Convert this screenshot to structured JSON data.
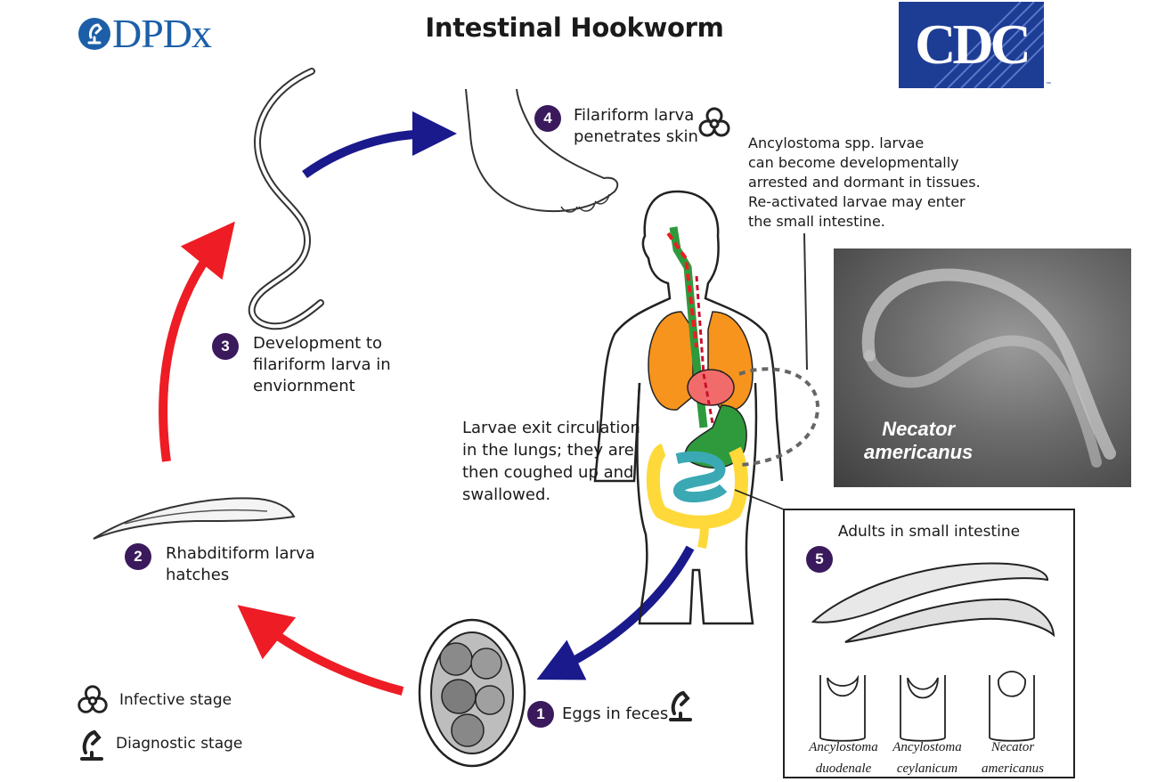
{
  "header": {
    "title": "Intestinal Hookworm",
    "logo_left": "DPDx",
    "logo_right": "CDC",
    "trademark": "™"
  },
  "stages": [
    {
      "number": "1",
      "label": "Eggs in feces",
      "icon": "microscope-icon"
    },
    {
      "number": "2",
      "label": "Rhabditiform larva\nhatches"
    },
    {
      "number": "3",
      "label": "Development to\nfilariform larva in\nenviornment"
    },
    {
      "number": "4",
      "label": "Filariform larva\npenetrates skin",
      "icon": "biohazard-icon"
    },
    {
      "number": "5",
      "label": "Adults in small intestine"
    }
  ],
  "notes": {
    "dormant": "Ancylostoma spp. larvae\ncan become developmentally\narrested and dormant in tissues.\nRe-activated larvae may enter\nthe small intestine.",
    "lungs": "Larvae exit circulation\nin the lungs;  they are\nthen coughed up and\nswallowed."
  },
  "photo": {
    "label": "Necator\namericanus"
  },
  "species": [
    {
      "name": "Ancylostoma\nduodenale"
    },
    {
      "name": "Ancylostoma\nceylanicum"
    },
    {
      "name": "Necator\namericanus"
    }
  ],
  "legend": [
    {
      "icon": "biohazard-icon",
      "label": "Infective stage"
    },
    {
      "icon": "microscope-icon",
      "label": "Diagnostic stage"
    }
  ],
  "colors": {
    "infective_arrow": "#ee1c24",
    "blue_arrow": "#1a1a8c",
    "stage_badge": "#3a1a5c",
    "lungs": "#f7941d",
    "stomach": "#2e9a3c",
    "small_intestine": "#3aa9b4",
    "large_intestine": "#ffd93a",
    "heart": "#f26b6b",
    "cdc_blue": "#1d3c94",
    "dpdx_blue": "#1c5fa8"
  }
}
